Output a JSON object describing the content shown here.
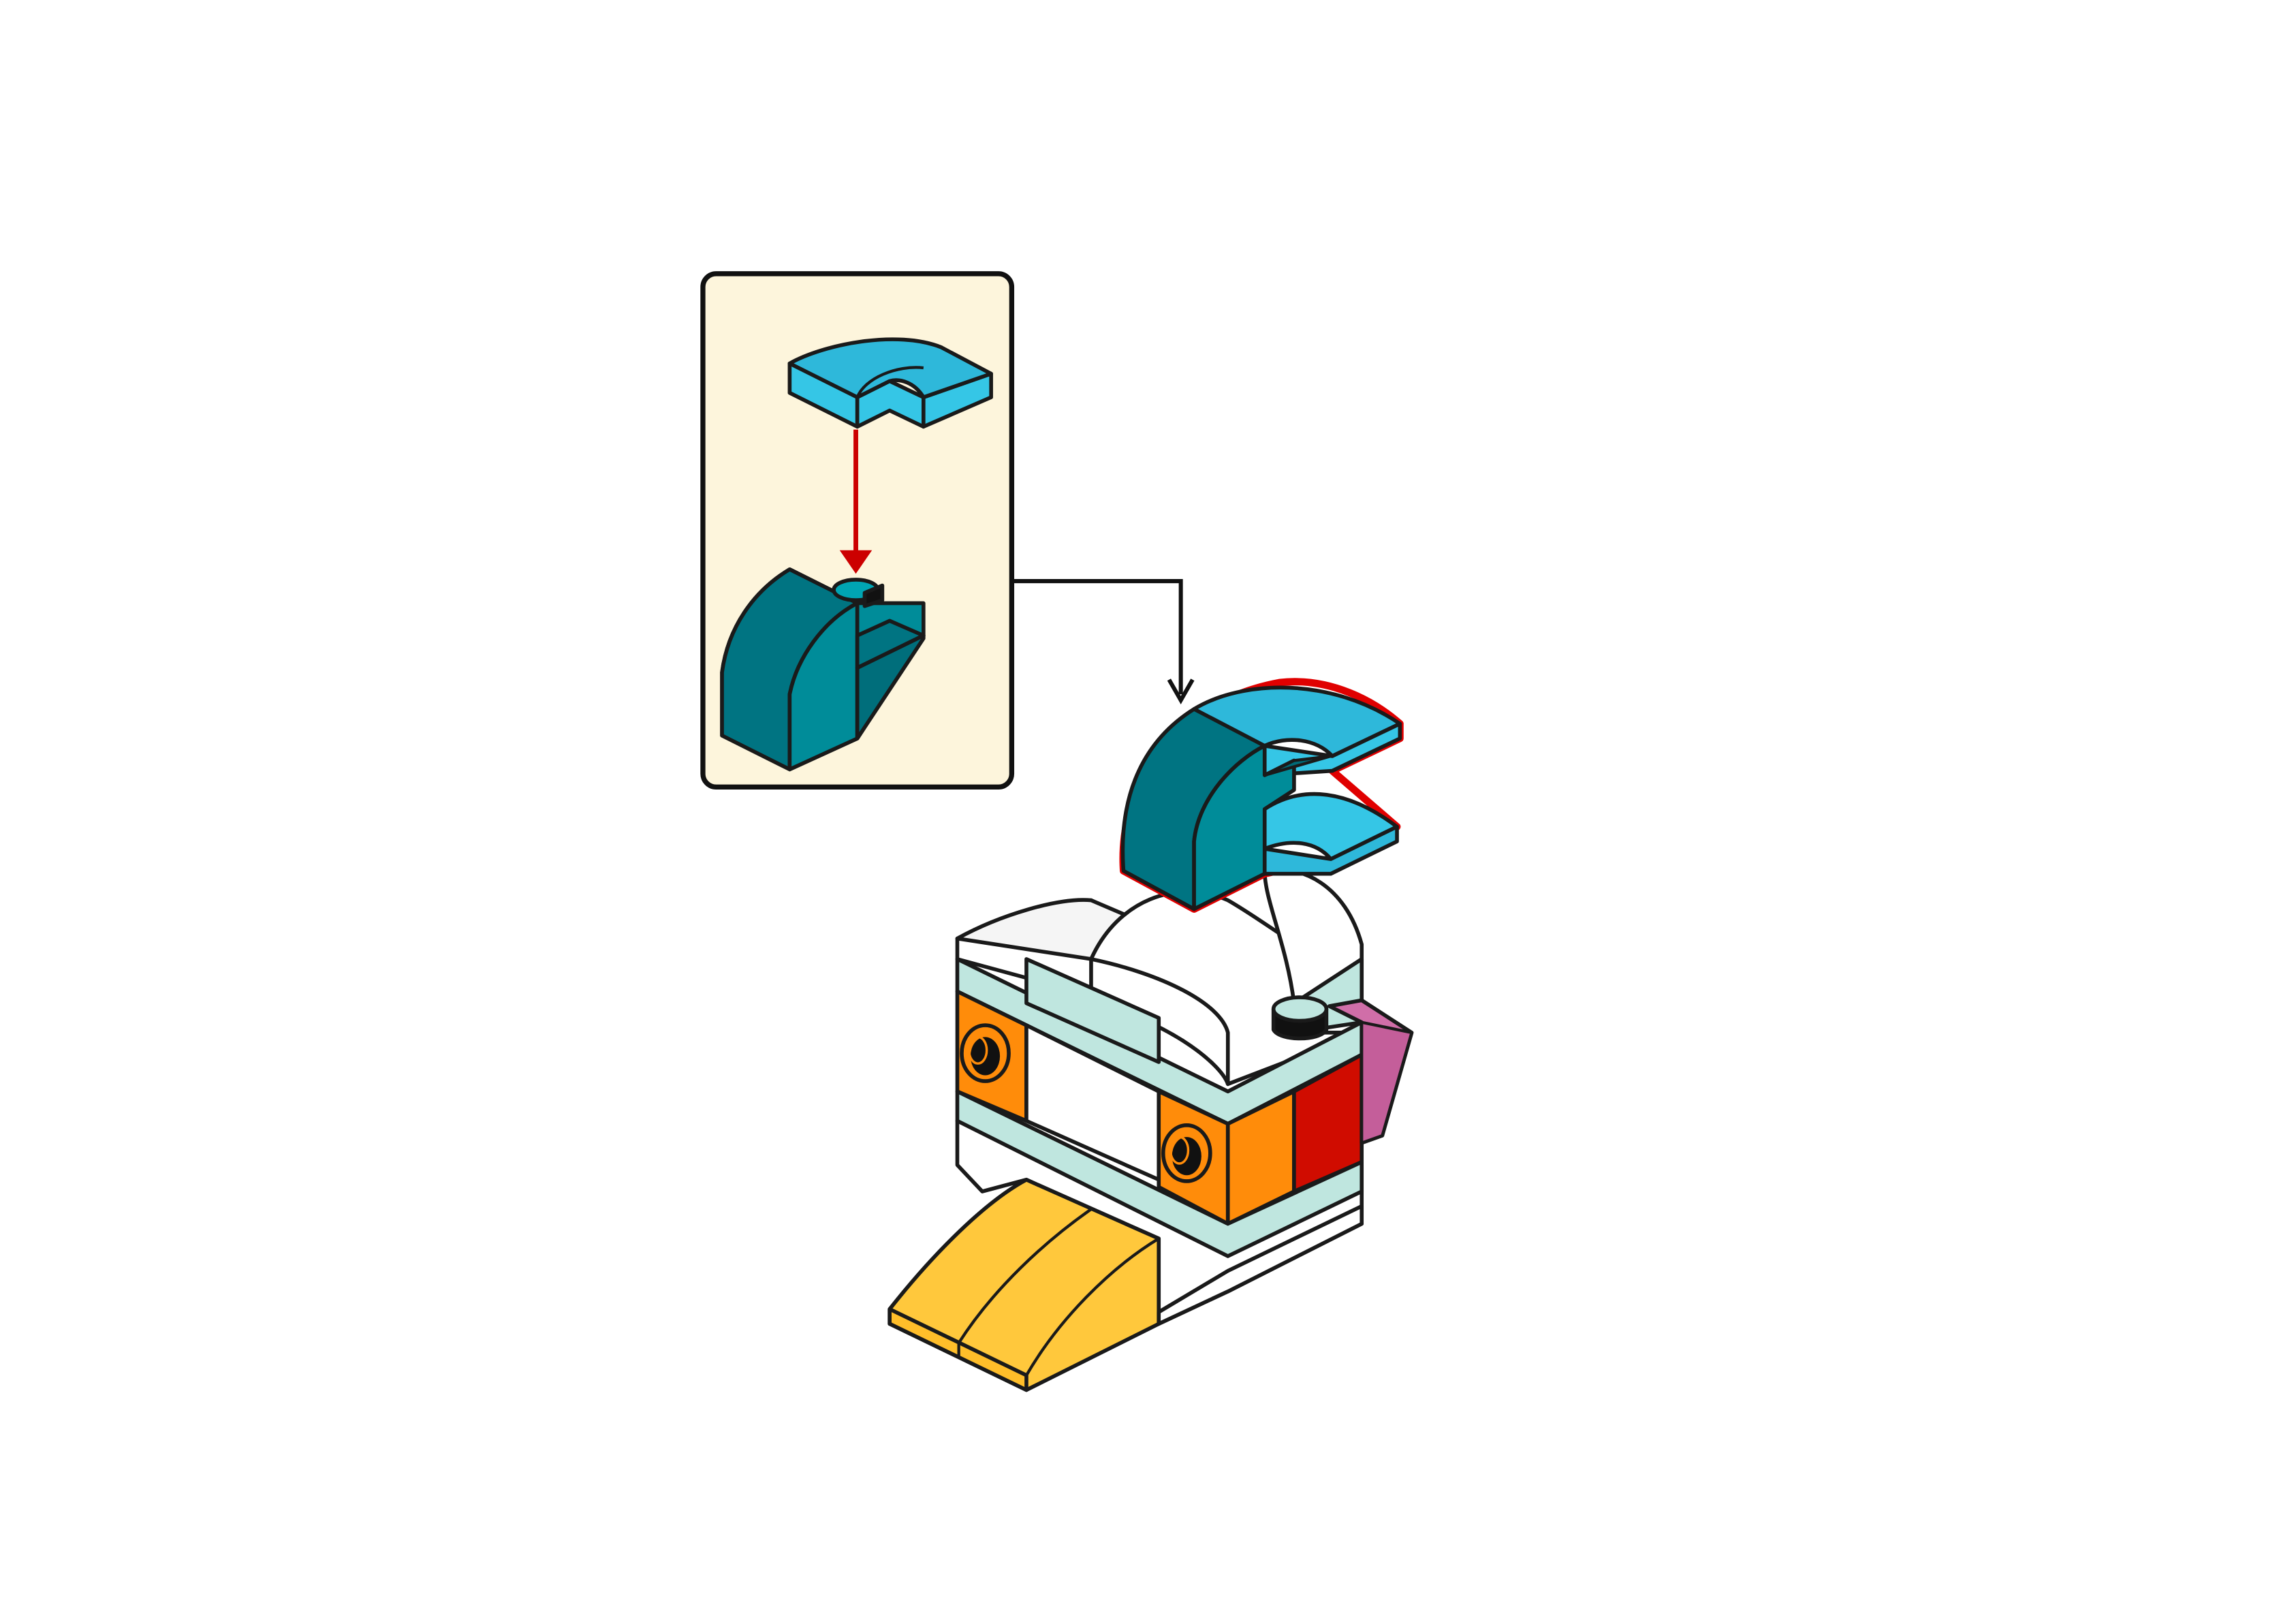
{
  "instruction": {
    "step_type": "sub-assembly callout",
    "callout_shown": true,
    "new_part_highlighted": true
  },
  "parts": {
    "top_piece": {
      "name": "curved-slope-plate",
      "color": "medium-azure"
    },
    "bottom_piece": {
      "name": "curved-brick-with-stud",
      "color": "dark-turquoise"
    }
  },
  "colors": {
    "callout_background": "#FDF5DC",
    "callout_border": "#111111",
    "medium_azure": "#35C6E6",
    "medium_azure_top": "#2EB8DA",
    "dark_turquoise": "#008C99",
    "dark_turquoise_side": "#007482",
    "assembly_arrow": "#CC0000",
    "highlight_outline": "#E00000",
    "white": "#FFFFFF",
    "light_aqua": "#BFE6DF",
    "orange": "#FF8C0A",
    "bright_yellow": "#FFC83C",
    "red": "#D00C00",
    "pink": "#D06EA8"
  },
  "icons": {
    "down_arrow": "arrow-down-icon",
    "connector": "elbow-arrow-icon"
  }
}
